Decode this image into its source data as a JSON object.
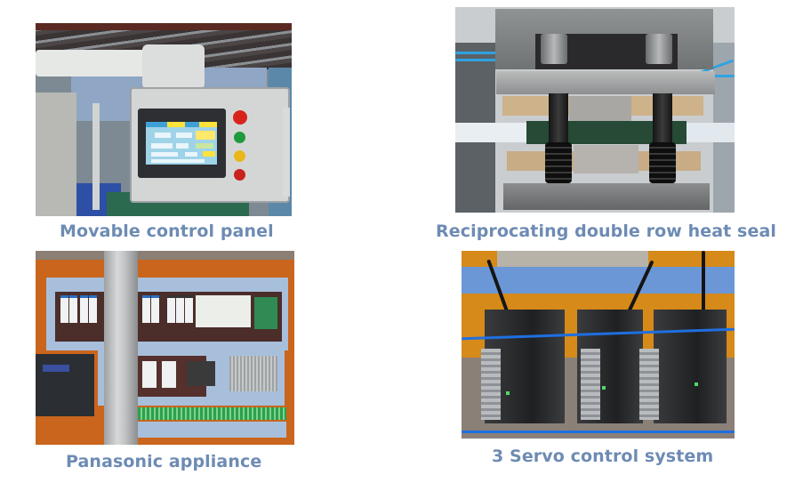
{
  "panels": [
    {
      "id": "movable-control-panel",
      "caption": "Movable control panel",
      "image_subject": "Touchscreen HMI control panel mounted on a swing arm with red, green, yellow and red push buttons"
    },
    {
      "id": "heat-seal",
      "caption": "Reciprocating double row heat seal",
      "image_subject": "Stainless steel heat-seal press with two guide rods, springs and blue pneumatic hoses"
    },
    {
      "id": "panasonic-appliance",
      "caption": "Panasonic appliance",
      "image_subject": "Electrical cabinet with breakers, PLC, inverter, power supply and green terminal blocks"
    },
    {
      "id": "servo-control",
      "caption": "3 Servo control system",
      "image_subject": "Three servo drives mounted in an orange cabinet with blue cable"
    }
  ],
  "colors": {
    "caption_text": "#6d8bb3",
    "background": "#ffffff"
  }
}
